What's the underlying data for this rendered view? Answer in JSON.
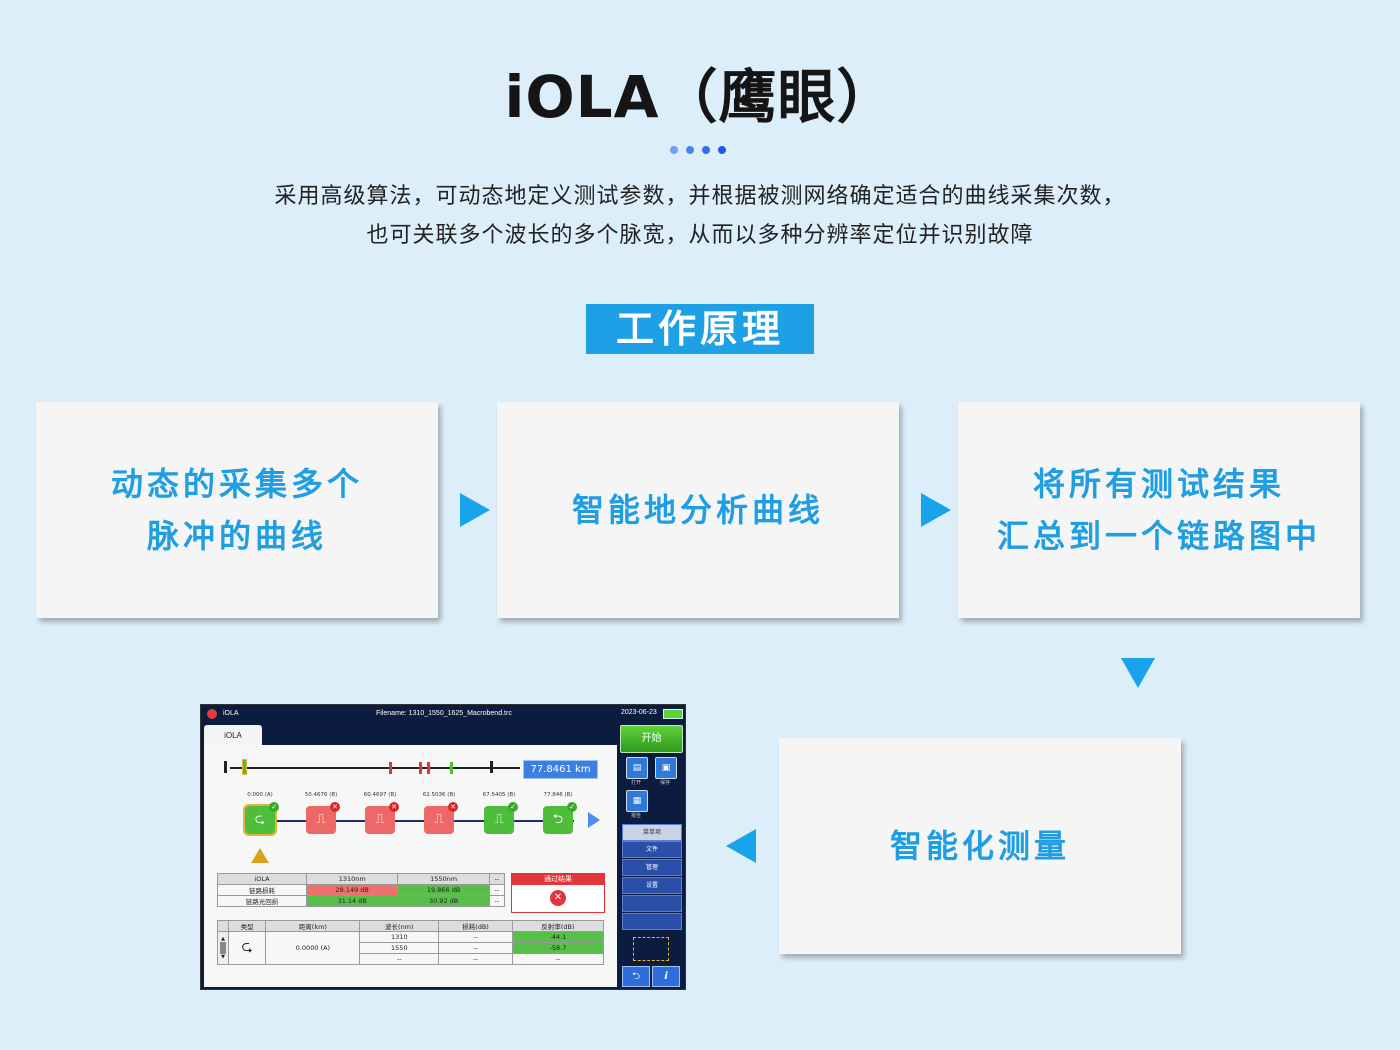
{
  "header": {
    "title": "iOLA（鹰眼）",
    "dot_colors": [
      "#6da0f0",
      "#4a86ea",
      "#2f6fe4",
      "#1a5ce0"
    ],
    "desc_line1": "采用高级算法，可动态地定义测试参数，并根据被测网络确定适合的曲线采集次数，",
    "desc_line2": "也可关联多个波长的多个脉宽，从而以多种分辨率定位并识别故障"
  },
  "section": {
    "label": "工作原理"
  },
  "steps": {
    "s1": {
      "line1": "动态的采集多个",
      "line2": "脉冲的曲线"
    },
    "s2": {
      "line1": "智能地分析曲线"
    },
    "s3": {
      "line1": "将所有测试结果",
      "line2": "汇总到一个链路图中"
    },
    "s4": {
      "line1": "智能化测量"
    }
  },
  "device": {
    "app_name": "iOLA",
    "filename": "Filename: 1310_1550_1625_Macrobend.trc",
    "date": "2023-06-23",
    "tab": "iOLA",
    "distance": "77.8461 km",
    "events": [
      {
        "label": "0.000 (A)",
        "glyph": "⮎",
        "state": "pass",
        "status": "✓"
      },
      {
        "label": "50.4676 (B)",
        "glyph": "⎍",
        "state": "fail",
        "status": "✕"
      },
      {
        "label": "60.4697 (B)",
        "glyph": "⎍",
        "state": "fail",
        "status": "✕"
      },
      {
        "label": "62.5036 (B)",
        "glyph": "⎍",
        "state": "fail",
        "status": "✕"
      },
      {
        "label": "67.5405 (B)",
        "glyph": "⎍",
        "state": "pass",
        "status": "✓"
      },
      {
        "label": "77.846 (B)",
        "glyph": "⮌",
        "state": "pass",
        "status": "✓"
      }
    ],
    "summary": {
      "headers": [
        "iOLA",
        "1310nm",
        "1550nm",
        "--"
      ],
      "rows": [
        [
          "链路损耗",
          "28.149 dB",
          "19.866 dB",
          "--"
        ],
        [
          "链路光回损",
          "31.14 dB",
          "30.92 dB",
          "--"
        ]
      ]
    },
    "pass_result": {
      "title": "通过结果",
      "mark": "✕"
    },
    "detail": {
      "headers": [
        "类型",
        "距离(km)",
        "波长(nm)",
        "损耗(dB)",
        "反射率(dB)"
      ],
      "type_glyph": "⮎",
      "distance": "0.0000 (A)",
      "rows": [
        [
          "1310",
          "--",
          "-44.1"
        ],
        [
          "1550",
          "--",
          "-58.7"
        ],
        [
          "--",
          "--",
          "--"
        ]
      ],
      "scroll_up": "▲",
      "scroll_down": "▼"
    },
    "side": {
      "start": "开始",
      "open_label": "打开",
      "save_label": "保存",
      "report_label": "报告",
      "menu_header": "菜单项",
      "menu": [
        "文件",
        "管理",
        "设置"
      ],
      "back": "⮌",
      "info": "i"
    }
  }
}
